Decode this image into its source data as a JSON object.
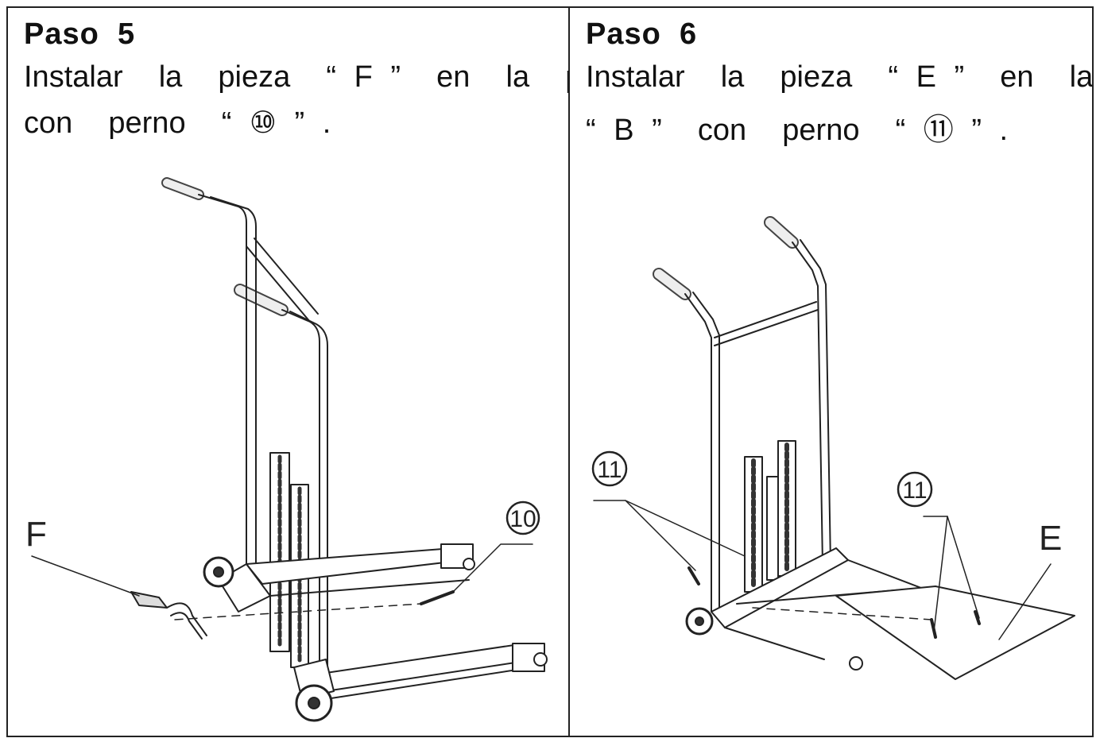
{
  "step5": {
    "title": "Paso  5",
    "line1": "Instalar  la  pieza  “ F ”  en  la  pa",
    "line2": "con  perno  “ ⑩ ” .",
    "part_label": "F",
    "bolt_label": "10"
  },
  "step6": {
    "title": "Paso  6",
    "line1": "Instalar  la  pieza  “ E ”  en  la",
    "line2": "“ B ”  con  perno  “ ⑪ ” .",
    "part_label": "E",
    "bolt_label_left": "11",
    "bolt_label_right": "11"
  }
}
